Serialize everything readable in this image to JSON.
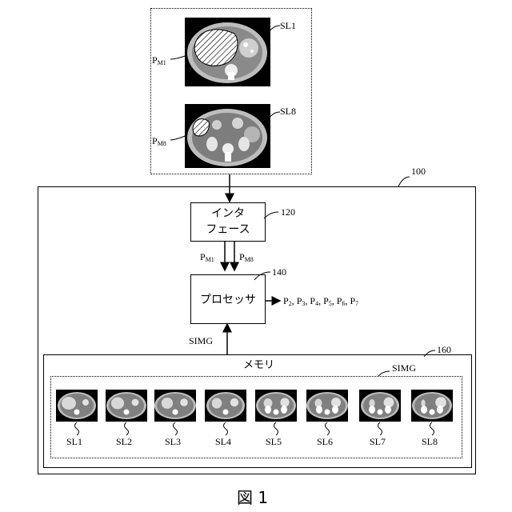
{
  "input": {
    "slices": [
      {
        "label": "SL1",
        "mask_label": "P",
        "mask_sub": "M1"
      },
      {
        "label": "SL8",
        "mask_label": "P",
        "mask_sub": "M8"
      }
    ]
  },
  "device": {
    "ref": "100",
    "interface": {
      "ref": "120",
      "line1": "インタ",
      "line2": "フェース"
    },
    "arrows": {
      "left_label": "P",
      "left_sub": "M1",
      "right_label": "P",
      "right_sub": "M8"
    },
    "processor": {
      "ref": "140",
      "label": "プロセッサ"
    },
    "output_text": "P",
    "outputs": [
      {
        "p": "P",
        "sub": "2"
      },
      {
        "p": "P",
        "sub": "3"
      },
      {
        "p": "P",
        "sub": "4"
      },
      {
        "p": "P",
        "sub": "5"
      },
      {
        "p": "P",
        "sub": "6"
      },
      {
        "p": "P",
        "sub": "7"
      }
    ],
    "simg_arrow_label": "SIMG",
    "memory": {
      "ref": "160",
      "label": "メモリ",
      "group_label": "SIMG",
      "slices": [
        "SL1",
        "SL2",
        "SL3",
        "SL4",
        "SL5",
        "SL6",
        "SL7",
        "SL8"
      ]
    }
  },
  "caption": "図 1"
}
